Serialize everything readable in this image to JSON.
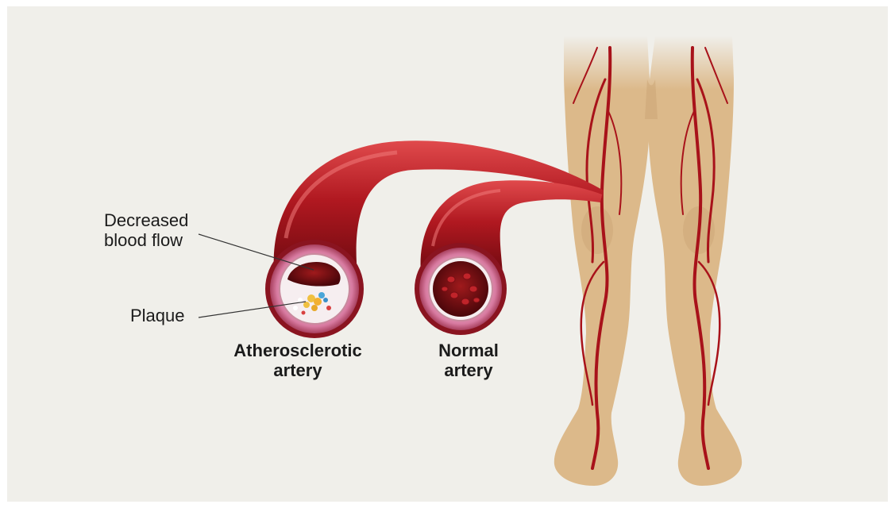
{
  "labels": {
    "decreased_blood_flow": "Decreased\nblood flow",
    "plaque": "Plaque",
    "atherosclerotic_artery": "Atherosclerotic\nartery",
    "normal_artery": "Normal\nartery"
  },
  "colors": {
    "background": "#f0efea",
    "skin": "#dcb98a",
    "skin_shadow": "#c9a374",
    "artery_red": "#a8121a",
    "artery_dark": "#6e0a10",
    "artery_highlight": "#e04a4c",
    "vessel_wall_pink": "#d97aa0",
    "vessel_lumen": "#5c0a0e",
    "plaque_yellow": "#f0c040",
    "plaque_blue": "#4aa6d8"
  }
}
